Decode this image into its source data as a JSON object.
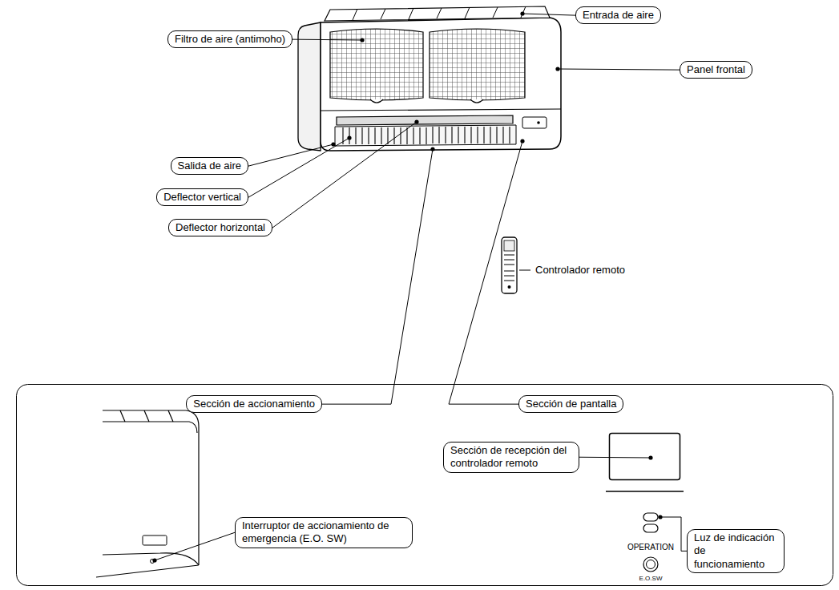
{
  "diagram": {
    "nodes": [
      {
        "text": [
          "Entrada de aire"
        ]
      },
      {
        "text": [
          "Filtro de aire (antimoho)"
        ]
      },
      {
        "text": [
          "Panel frontal"
        ]
      },
      {
        "text": [
          "Salida de aire"
        ]
      },
      {
        "text": [
          "Deflector vertical"
        ]
      },
      {
        "text": [
          "Deflector horizontal"
        ]
      },
      {
        "text": [
          "Sección de accionamiento"
        ]
      },
      {
        "text": [
          "Sección de pantalla"
        ]
      },
      {
        "text": [
          "Sección de recepción del controlador remoto"
        ]
      },
      {
        "text": [
          "Interruptor de accionamiento de emergencia (E.O. SW)"
        ]
      },
      {
        "text": [
          "Luz de indicación de funcionamiento"
        ]
      }
    ],
    "labels": [
      "Controlador remoto",
      "OPERATION",
      "E.O.SW"
    ]
  }
}
